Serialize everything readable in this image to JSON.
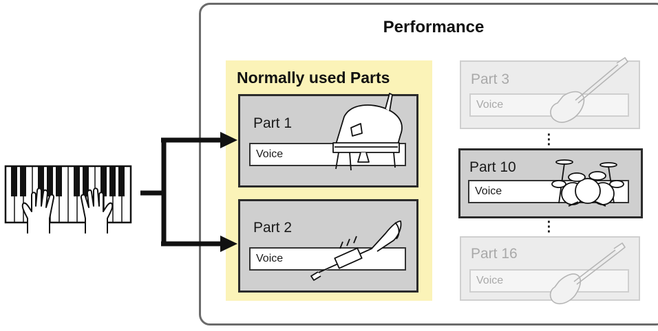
{
  "performance": {
    "title": "Performance"
  },
  "normal_parts": {
    "title": "Normally used Parts",
    "parts": [
      {
        "label": "Part 1",
        "voice": "Voice",
        "instrument": "grand-piano-icon"
      },
      {
        "label": "Part 2",
        "voice": "Voice",
        "instrument": "trumpet-icon"
      }
    ]
  },
  "other_parts": [
    {
      "label": "Part 3",
      "voice": "Voice",
      "instrument": "electric-guitar-icon",
      "state": "dimmed"
    },
    {
      "label": "Part 10",
      "voice": "Voice",
      "instrument": "drum-kit-icon",
      "state": "active"
    },
    {
      "label": "Part 16",
      "voice": "Voice",
      "instrument": "bass-guitar-icon",
      "state": "dimmed"
    }
  ],
  "colors": {
    "normal_zone": "#fbf3b8",
    "active_part": "#cfcfcf",
    "dimmed_part": "#ececec",
    "dimmed_text": "#a9a9a9",
    "frame": "#6b6b6b"
  }
}
